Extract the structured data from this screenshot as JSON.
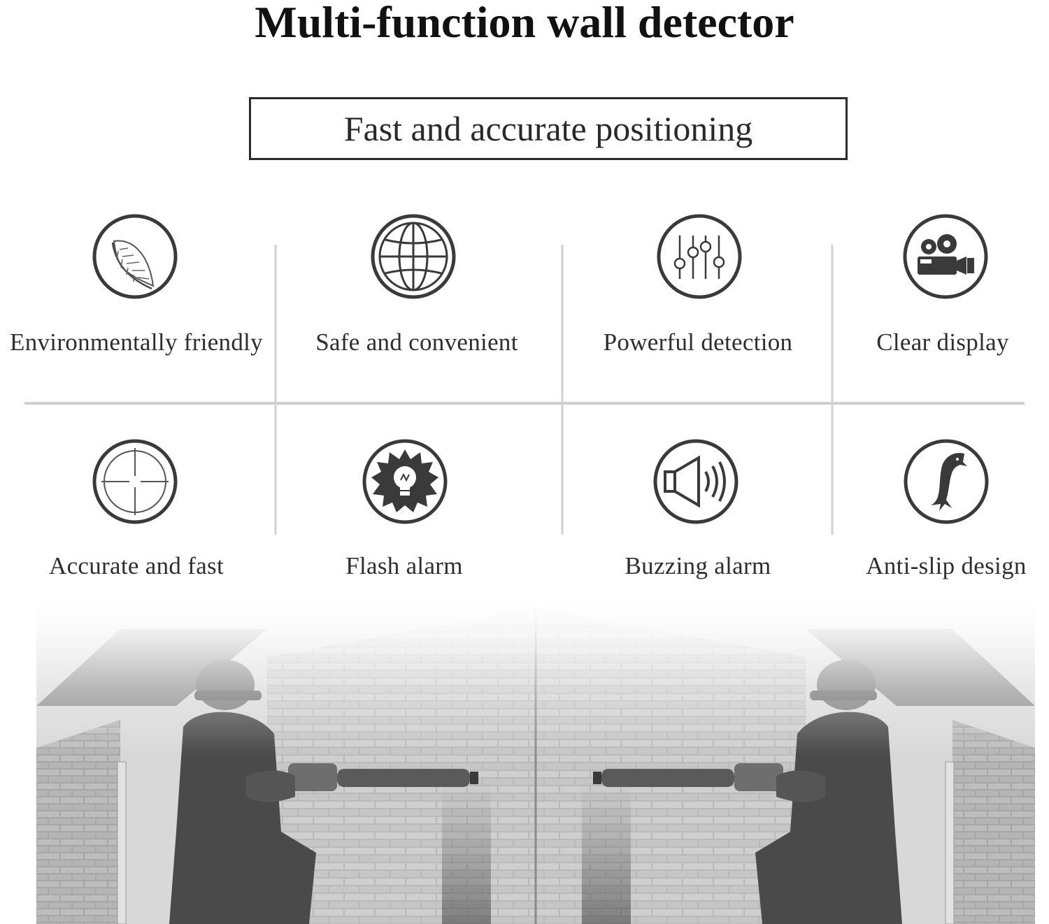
{
  "title": "Multi-function wall detector",
  "subtitle": "Fast and accurate positioning",
  "features": [
    {
      "label": "Environmentally friendly",
      "icon": "leaf-icon"
    },
    {
      "label": "Safe and convenient",
      "icon": "globe-icon"
    },
    {
      "label": "Powerful detection",
      "icon": "sliders-icon"
    },
    {
      "label": "Clear display",
      "icon": "video-camera-icon"
    },
    {
      "label": "Accurate and fast",
      "icon": "crosshair-icon"
    },
    {
      "label": "Flash alarm",
      "icon": "lightbulb-burst-icon"
    },
    {
      "label": "Buzzing alarm",
      "icon": "speaker-icon"
    },
    {
      "label": "Anti-slip design",
      "icon": "dolphin-icon"
    }
  ],
  "colors": {
    "icon_stroke": "#3a3a3a",
    "text": "#2e2e2e",
    "grid_line": "#c8c8c8"
  }
}
